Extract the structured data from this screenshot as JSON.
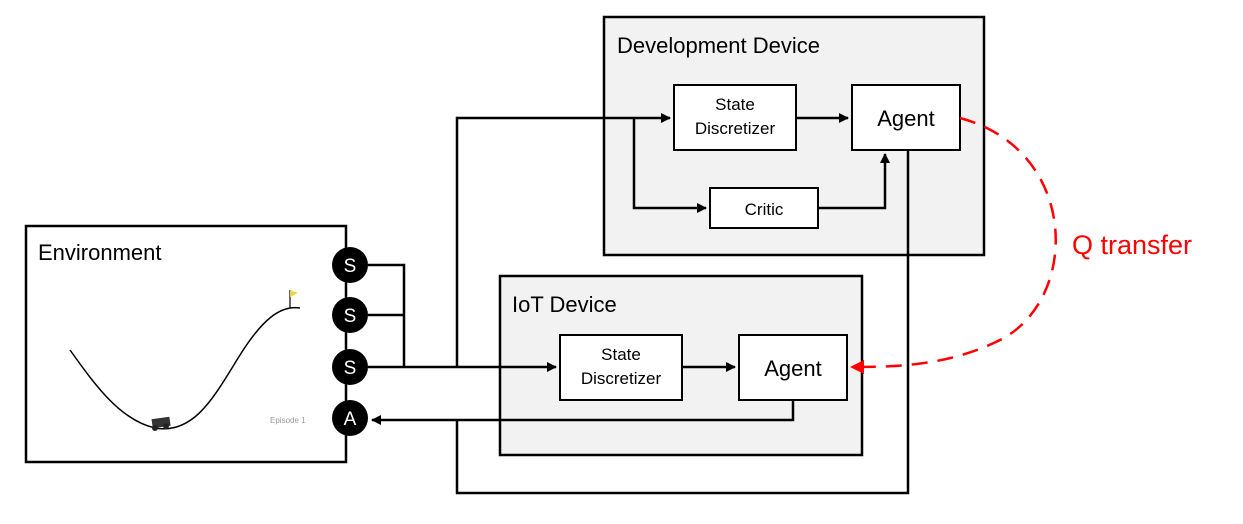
{
  "environment": {
    "label": "Environment",
    "episode_label": "Episode 1",
    "ports": [
      "S",
      "S",
      "S",
      "A"
    ]
  },
  "development_device": {
    "label": "Development Device",
    "state_discretizer_line1": "State",
    "state_discretizer_line2": "Discretizer",
    "agent_label": "Agent",
    "critic_label": "Critic"
  },
  "iot_device": {
    "label": "IoT Device",
    "state_discretizer_line1": "State",
    "state_discretizer_line2": "Discretizer",
    "agent_label": "Agent"
  },
  "transfer": {
    "label": "Q transfer",
    "color": "#ff0000"
  },
  "colors": {
    "device_fill": "#f2f2f2",
    "stroke": "#000000",
    "flag": "#e8d44d"
  }
}
